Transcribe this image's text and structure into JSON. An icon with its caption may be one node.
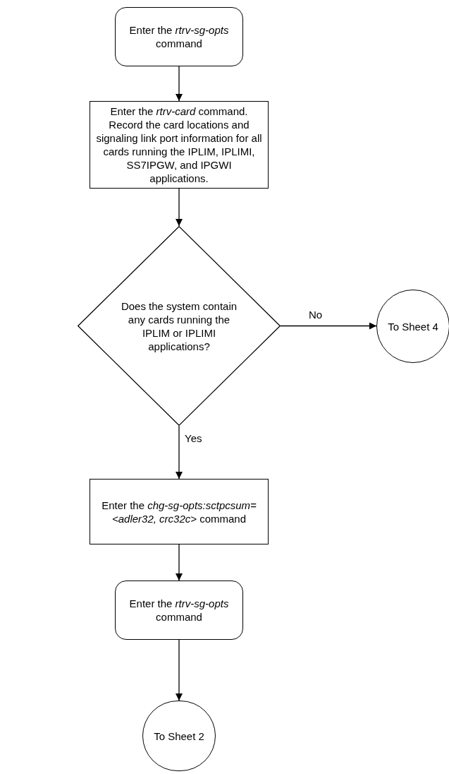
{
  "diagram": {
    "nodes": [
      {
        "text": [
          "Enter the *rtrv-sg-opts* command"
        ]
      },
      {
        "text": [
          "Enter the *rtrv-card* command.  Record the card locations and signaling link port information for all cards running the IPLIM, IPLIMI, SS7IPGW, and IPGWI applications."
        ]
      },
      {
        "text": [
          "Does the system contain any cards running the IPLIM or IPLIMI applications?"
        ]
      },
      {
        "text": [
          "To Sheet 4"
        ]
      },
      {
        "text": [
          "Enter the *chg-sg-opts:sctpcsum=<adler32, crc32c>* command"
        ]
      },
      {
        "text": [
          "Enter the *rtrv-sg-opts* command"
        ]
      },
      {
        "text": [
          "To Sheet 2"
        ]
      }
    ],
    "edges": [
      {
        "from": 0,
        "to": 1,
        "arrow": "to"
      },
      {
        "from": 1,
        "to": 2,
        "arrow": "to"
      },
      {
        "from": 2,
        "to": 3,
        "arrow": "to",
        "label": "No"
      },
      {
        "from": 2,
        "to": 4,
        "arrow": "to",
        "label": "Yes"
      },
      {
        "from": 4,
        "to": 5,
        "arrow": "to"
      },
      {
        "from": 5,
        "to": 6,
        "arrow": "to"
      }
    ]
  }
}
